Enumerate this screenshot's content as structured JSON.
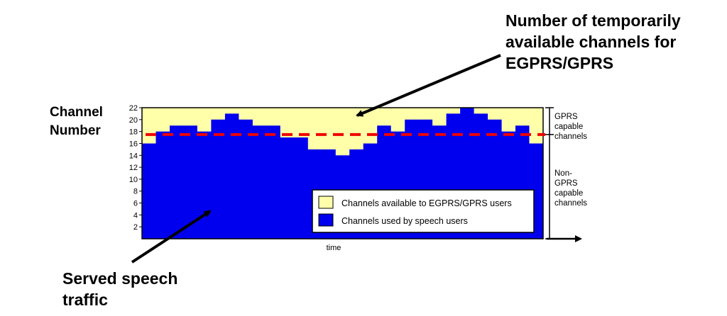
{
  "callouts": {
    "top": [
      "Number of temporarily",
      "available channels for",
      "EGPRS/GPRS"
    ],
    "bottom": [
      "Served speech",
      "traffic"
    ]
  },
  "chart_data": {
    "type": "area",
    "ylabel": [
      "Channel",
      "Number"
    ],
    "xlabel": "time",
    "ylim": [
      0,
      22
    ],
    "y_ticks": [
      2,
      4,
      6,
      8,
      10,
      12,
      14,
      16,
      18,
      20,
      22
    ],
    "total_channels": 22,
    "threshold": 17.5,
    "steps": 29,
    "series": [
      {
        "name": "Channels used by speech users",
        "color": "#0000ee",
        "values": [
          16,
          18,
          19,
          19,
          18,
          20,
          21,
          20,
          19,
          19,
          17,
          17,
          15,
          15,
          14,
          15,
          16,
          19,
          18,
          20,
          20,
          19,
          21,
          22,
          21,
          20,
          18,
          19,
          16
        ]
      },
      {
        "name": "Channels available to EGPRS/GPRS users",
        "color": "#ffffaa",
        "values": [
          6,
          4,
          3,
          3,
          4,
          2,
          1,
          2,
          3,
          3,
          5,
          5,
          7,
          7,
          8,
          7,
          6,
          3,
          4,
          2,
          2,
          3,
          1,
          0,
          1,
          2,
          4,
          3,
          6
        ]
      }
    ],
    "legend": [
      {
        "label": "Channels available to EGPRS/GPRS users",
        "color": "#ffffaa"
      },
      {
        "label": "Channels used by speech users",
        "color": "#0000ee"
      }
    ],
    "side_labels": {
      "gprs": [
        "GPRS",
        "capable",
        "channels"
      ],
      "non_gprs": [
        "Non-",
        "GPRS",
        "capable",
        "channels"
      ]
    },
    "threshold_color": "#ee0000"
  }
}
